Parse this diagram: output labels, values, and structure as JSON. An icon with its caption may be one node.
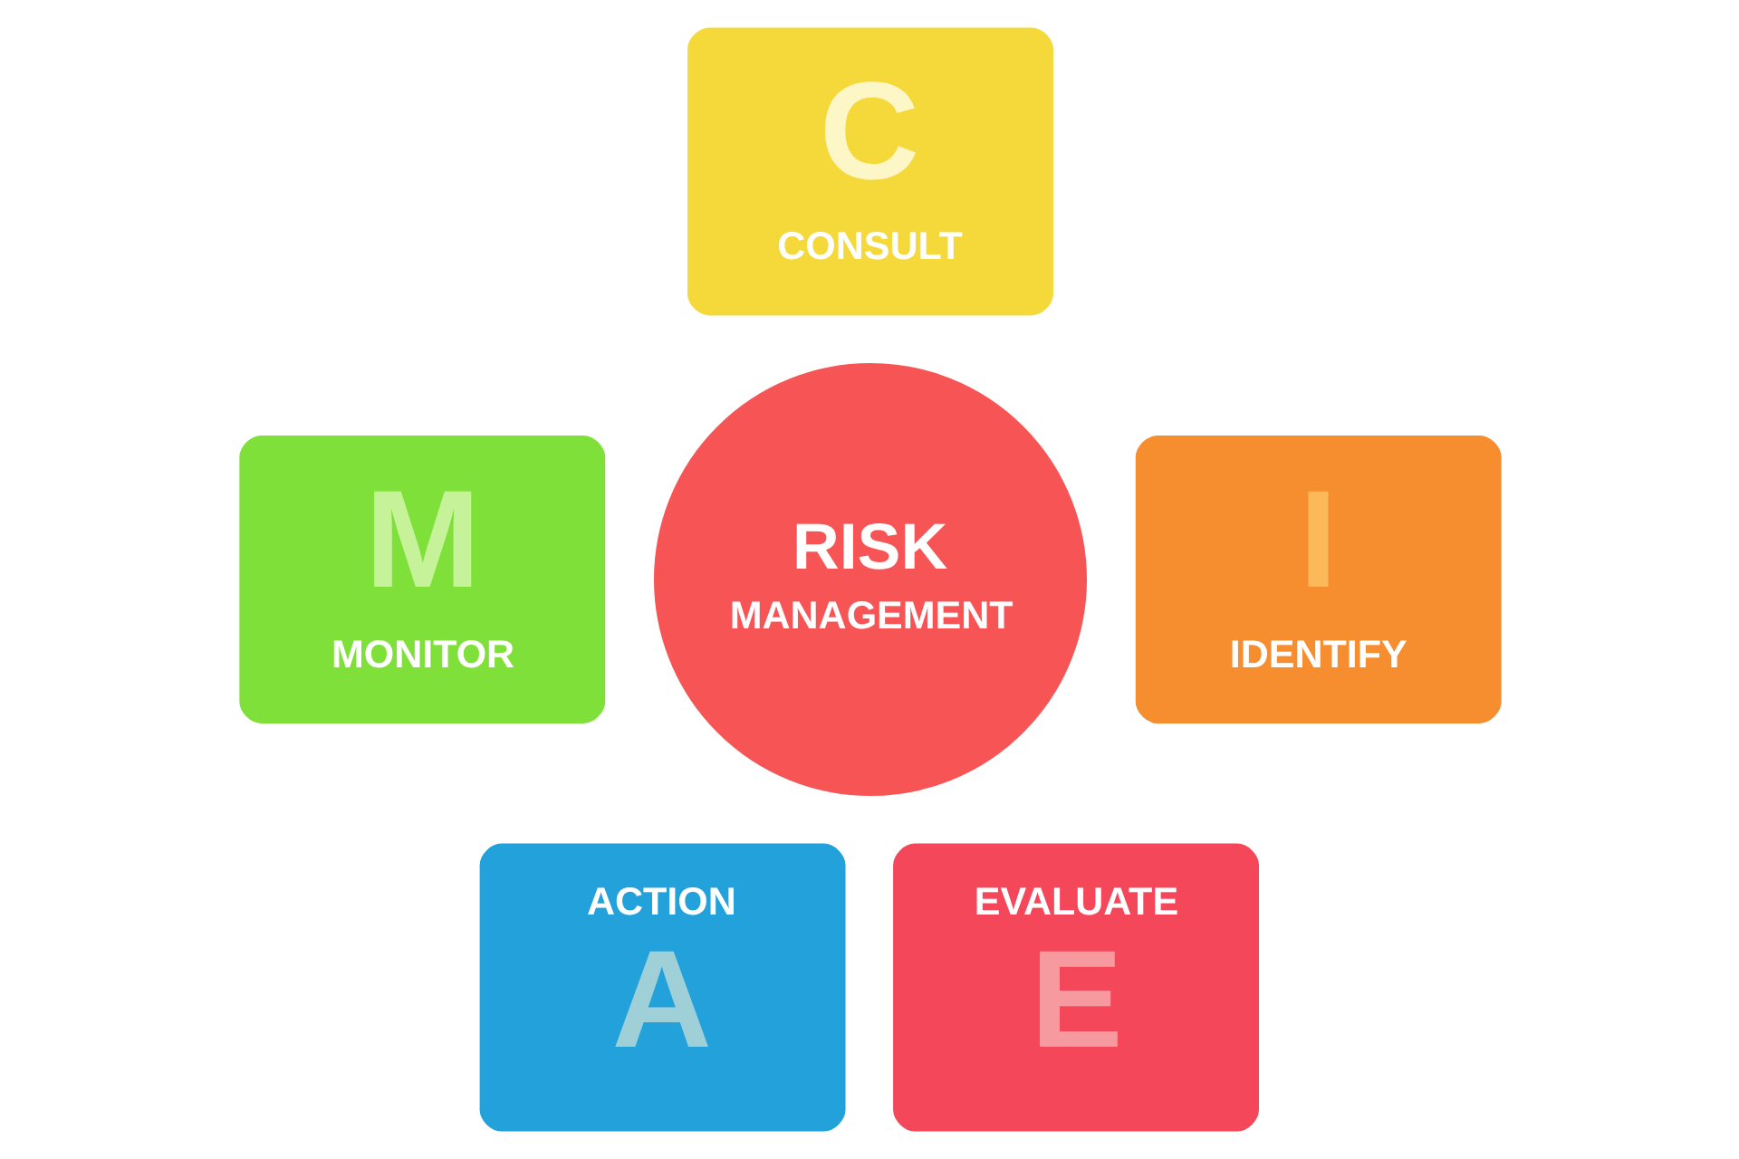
{
  "diagram": {
    "nodes": [
      {
        "text": [
          "RISK",
          "MANAGEMENT"
        ]
      },
      {
        "text": [
          "C",
          "CONSULT"
        ]
      },
      {
        "text": [
          "I",
          "IDENTIFY"
        ]
      },
      {
        "text": [
          "EVALUATE",
          "E"
        ]
      },
      {
        "text": [
          "ACTION",
          "A"
        ]
      },
      {
        "text": [
          "M",
          "MONITOR"
        ]
      }
    ],
    "edges": []
  }
}
